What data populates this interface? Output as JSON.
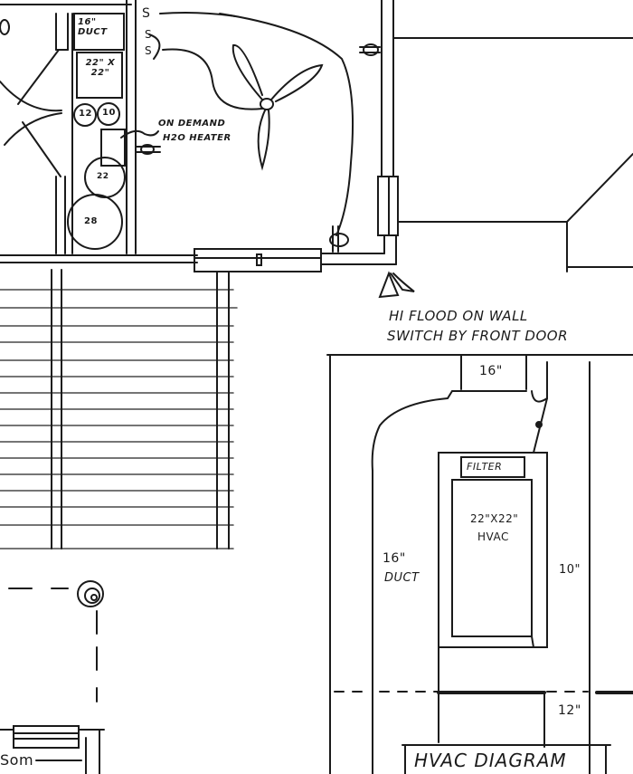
{
  "diagram": {
    "type": "hand-drawn floor plan sketch",
    "title": "HVAC DIAGRAM",
    "ink_color": "#1a1a1a",
    "paper_color": "#ffffff"
  },
  "labels": {
    "duct_16_top": "16\" DUCT",
    "duct_22": "22\" x 22\"",
    "circle_12": "12",
    "circle_10": "10",
    "circle_22": "22",
    "circle_28": "28",
    "heater_line1": "ON DEMAND",
    "heater_line2": "H2O HEATER",
    "switch_s1": "S",
    "switch_s2": "S",
    "switch_s3": "S",
    "flood_line1": "HI FLOOD ON WALL",
    "flood_line2": "SWITCH BY FRONT DOOR",
    "dim_16_top": "16\"",
    "filter": "FILTER",
    "hvac_size": "22\"X22\"",
    "hvac": "HVAC",
    "dim_10": "10\"",
    "duct_16_left_1": "16\"",
    "duct_16_left_2": "DUCT",
    "dim_12": "12\"",
    "hvac_diagram": "HVAC DIAGRAM",
    "partial_bottom_left": "Som"
  },
  "symbols": [
    {
      "name": "ceiling-fan-icon",
      "description": "three-blade ceiling fan"
    },
    {
      "name": "outlet-icon",
      "description": "wall outlet symbols"
    },
    {
      "name": "flood-light-icon",
      "description": "flood light fixture at front door"
    },
    {
      "name": "spiral-light-icon",
      "description": "spiral light fixture"
    },
    {
      "name": "door-swing-icon",
      "description": "double door swing arcs"
    }
  ]
}
